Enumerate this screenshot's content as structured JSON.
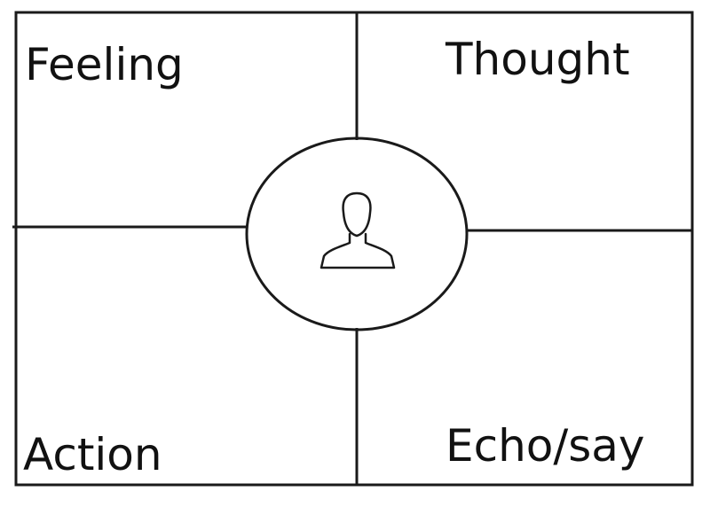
{
  "diagram": {
    "quadrants": {
      "top_left": "Feeling",
      "top_right": "Thought",
      "bottom_left": "Action",
      "bottom_right": "Echo/say"
    },
    "center_icon": "person-icon",
    "colors": {
      "line": "#1a1a1a",
      "text": "#111111",
      "background": "#ffffff"
    }
  }
}
